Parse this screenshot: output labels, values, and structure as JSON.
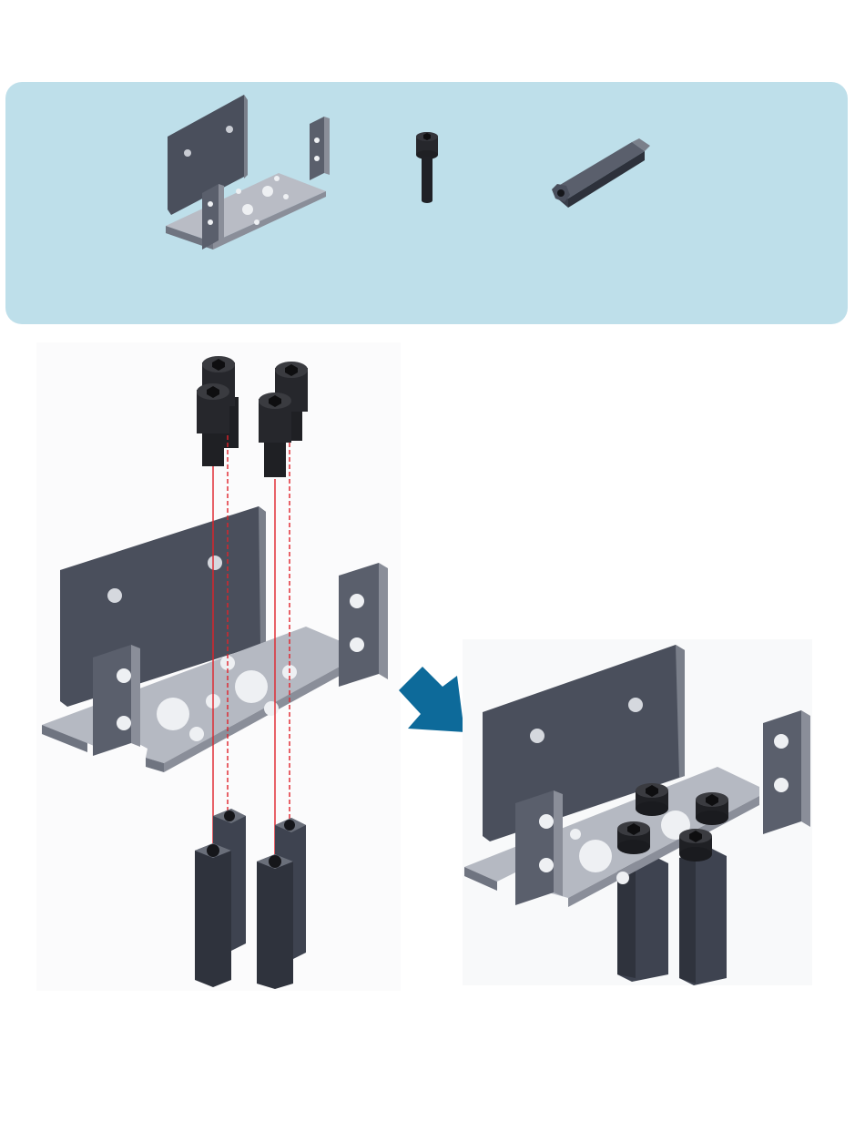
{
  "page": {
    "background": "#ffffff"
  },
  "parts_panel": {
    "background": "#bedfea",
    "parts": [
      {
        "name": "u-bracket",
        "icon": "u-bracket-icon"
      },
      {
        "name": "socket-head-cap-screw",
        "icon": "screw-icon"
      },
      {
        "name": "hex-standoff",
        "icon": "hex-standoff-icon"
      }
    ]
  },
  "assembly": {
    "before": {
      "screws": 4,
      "standoffs": 4
    },
    "arrow_color": "#0d6a9a",
    "guide_line_color": "#e0222a",
    "after": {
      "screws": 4,
      "standoffs": 4
    }
  },
  "colors": {
    "metal_dark": "#3e4350",
    "metal_mid": "#5a5f6c",
    "metal_light": "#9fa3ad",
    "metal_top": "#c7cad2",
    "hardware_black": "#1f2024"
  }
}
